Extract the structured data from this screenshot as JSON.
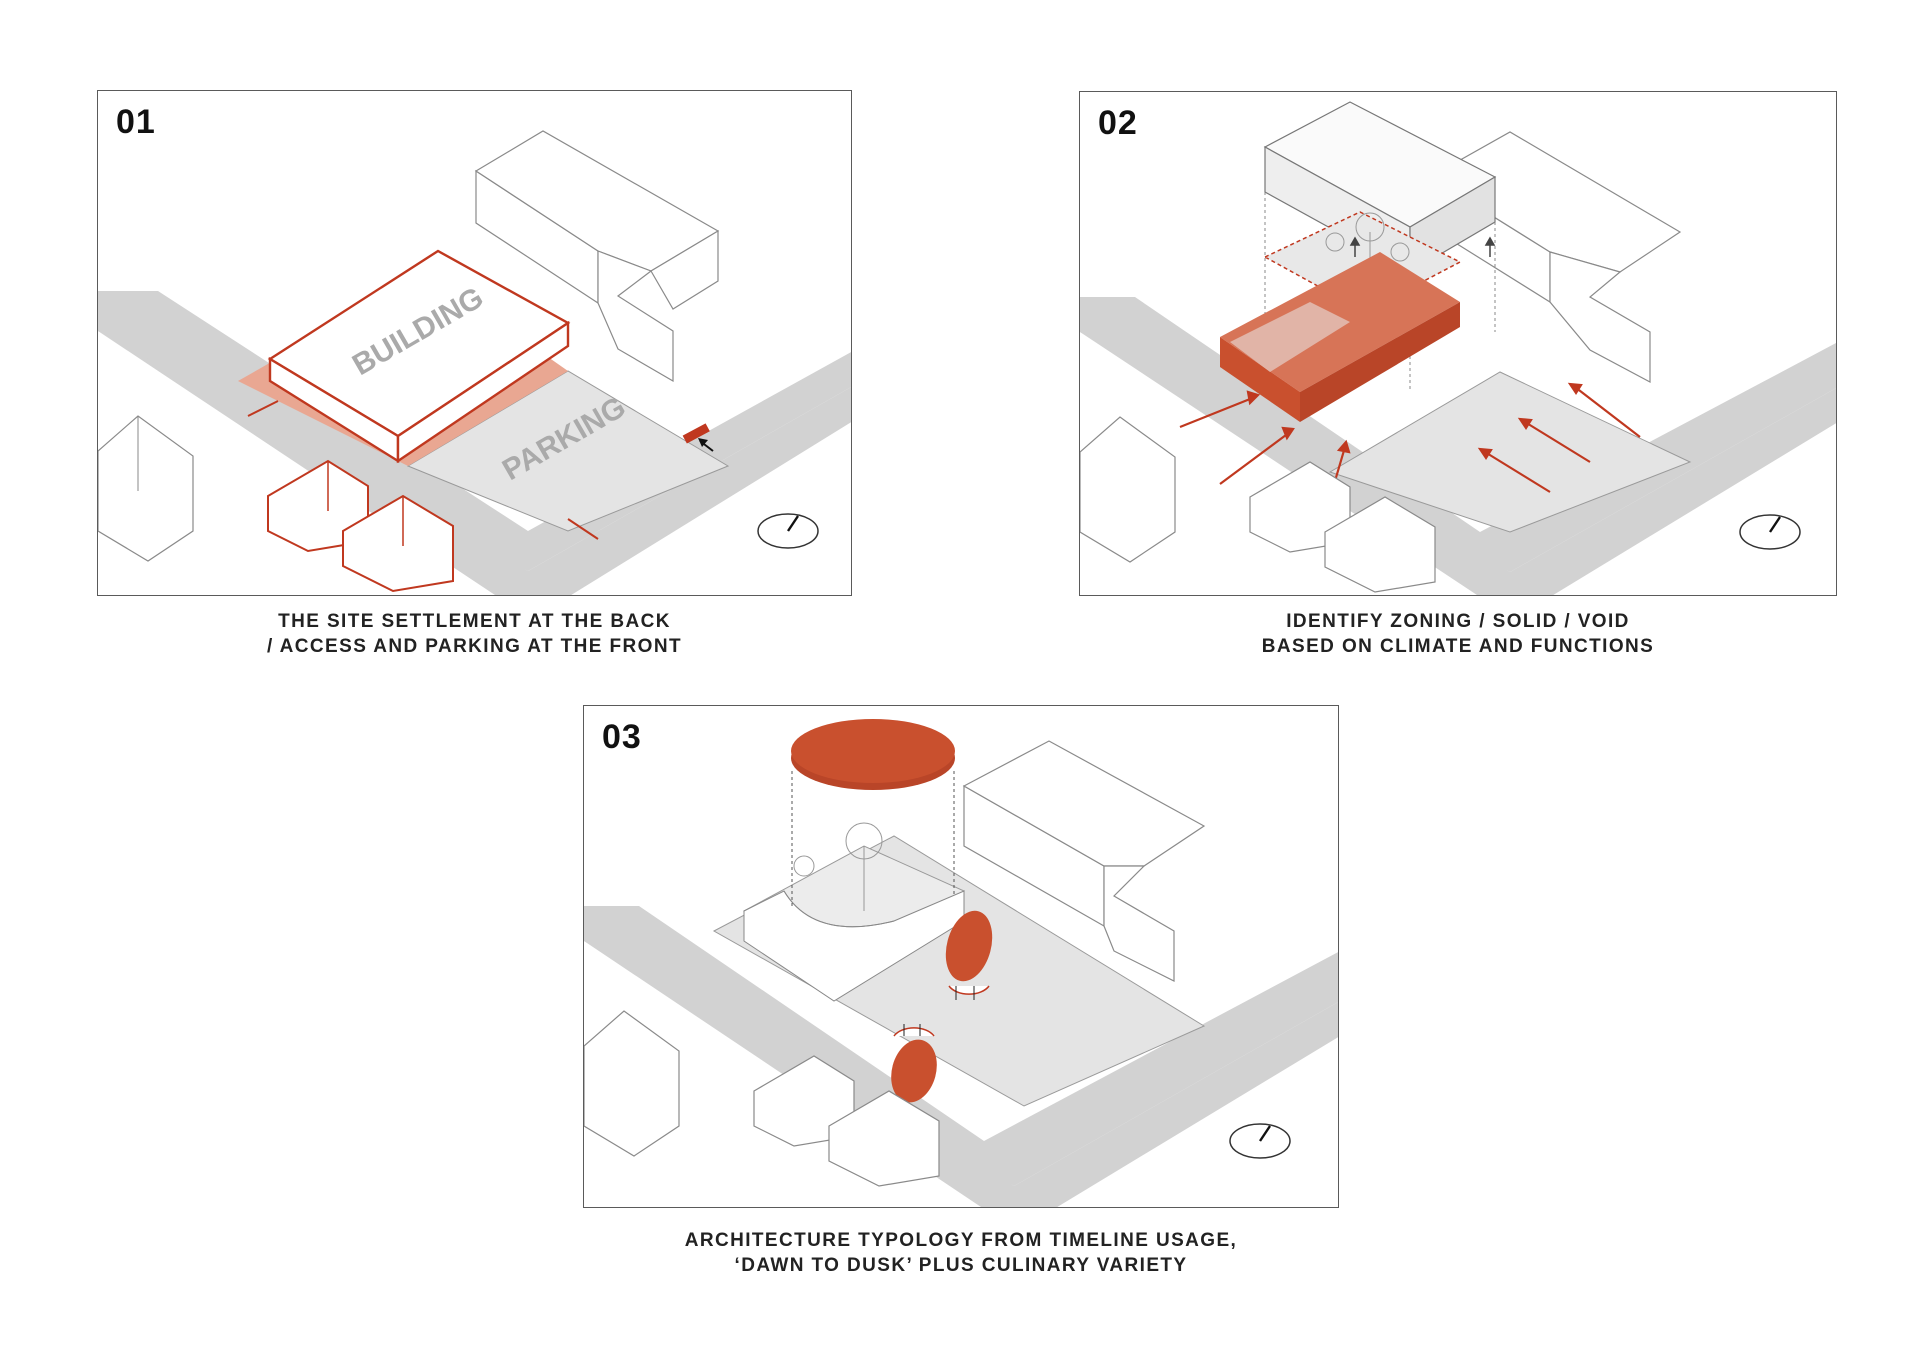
{
  "panels": [
    {
      "number": "01",
      "labels": {
        "building": "BUILDING",
        "parking": "PARKING"
      },
      "caption_lines": [
        "THE SITE SETTLEMENT AT THE BACK",
        "/ ACCESS AND PARKING AT THE FRONT"
      ]
    },
    {
      "number": "02",
      "caption_lines": [
        "IDENTIFY ZONING / SOLID / VOID",
        "BASED ON CLIMATE AND FUNCTIONS"
      ]
    },
    {
      "number": "03",
      "caption_lines": [
        "ARCHITECTURE TYPOLOGY FROM TIMELINE USAGE,",
        "‘DAWN TO DUSK’ PLUS CULINARY VARIETY"
      ]
    }
  ],
  "colors": {
    "accent_red": "#c9502e",
    "outline_red": "#c0381f",
    "road_gray": "#d2d2d2",
    "paved_gray": "#e4e4e4",
    "frame_border": "#5a5a5a"
  },
  "icons": [
    "north-arrow-icon",
    "tree-icon",
    "access-arrow-icon"
  ]
}
